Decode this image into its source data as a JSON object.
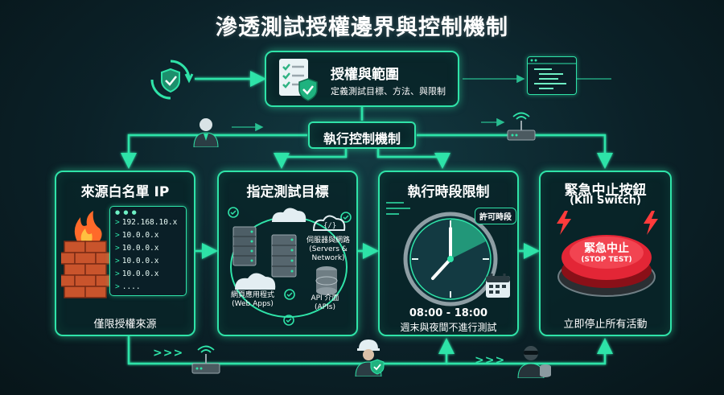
{
  "title": "滲透測試授權邊界與控制機制",
  "auth": {
    "title": "授權與範圍",
    "subtitle": "定義測試目標、方法、與限制"
  },
  "control": {
    "label": "執行控制機制"
  },
  "panels": {
    "whitelist": {
      "title": "來源白名單 IP",
      "ips": [
        "192.168.10.x",
        "10.0.0.x",
        "10.0.0.x",
        "10.0.0.x",
        "10.0.0.x",
        "...."
      ],
      "caption": "僅限授權來源"
    },
    "targets": {
      "title": "指定測試目標",
      "servers_label": "伺服器與網路",
      "servers_label_en": "(Servers &",
      "servers_label_en2": "Network)",
      "web_label": "網頁應用程式",
      "web_label_en": "(Web Apps)",
      "api_label": "API 介面",
      "api_label_en": "(APIs)"
    },
    "schedule": {
      "title": "執行時段限制",
      "bubble": "許可時段",
      "time": "08:00 - 18:00",
      "caption": "週末與夜間不進行測試"
    },
    "killswitch": {
      "title": "緊急中止按鈕",
      "subtitle": "(Kill Switch)",
      "button_main": "緊急中止",
      "button_sub": "(STOP TEST)",
      "caption": "立即停止所有活動"
    }
  },
  "flow_marker": ">>>",
  "colors": {
    "accent": "#2fe3a8",
    "panel_bg": "#08242a",
    "stop_red": "#e32636"
  },
  "icons": [
    "shield-refresh-icon",
    "checklist-shield-icon",
    "code-window-icon",
    "person-icon",
    "router-icon",
    "firewall-icon",
    "server-icon",
    "cloud-icon",
    "code-cloud-icon",
    "database-icon",
    "clock-icon",
    "calendar-icon",
    "stop-button-icon",
    "lightning-icon",
    "hacker-icon",
    "worker-icon"
  ]
}
